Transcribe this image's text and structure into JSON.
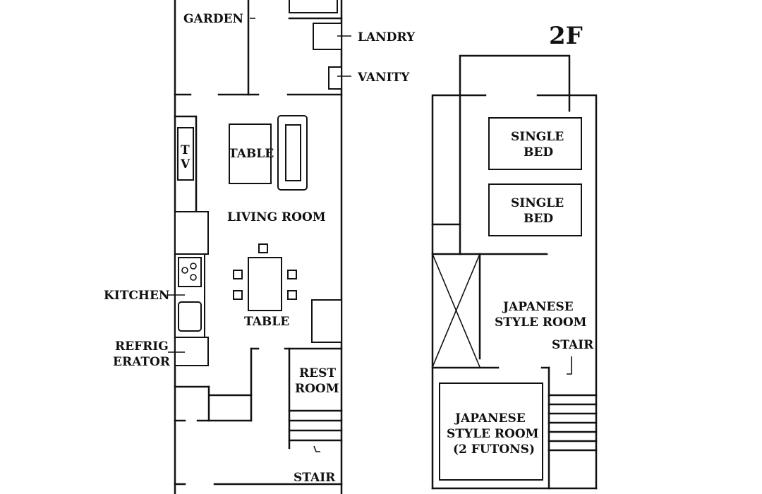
{
  "floor_label": "2F",
  "first_floor": {
    "garden": "GARDEN",
    "laundry": "LANDRY",
    "vanity": "VANITY",
    "tv_top": "T",
    "tv_bottom": "V",
    "living_table": "TABLE",
    "living_room": "LIVING ROOM",
    "kitchen": "KITCHEN",
    "dining_table": "TABLE",
    "refrigerator_line1": "REFRIG",
    "refrigerator_line2": "ERATOR",
    "restroom_line1": "REST",
    "restroom_line2": "ROOM",
    "stair": "STAIR"
  },
  "second_floor": {
    "single_bed_1_line1": "SINGLE",
    "single_bed_1_line2": "BED",
    "single_bed_2_line1": "SINGLE",
    "single_bed_2_line2": "BED",
    "japanese_room_line1": "JAPANESE",
    "japanese_room_line2": "STYLE ROOM",
    "stair": "STAIR",
    "futon_room_line1": "JAPANESE",
    "futon_room_line2": "STYLE ROOM",
    "futon_room_line3": "(2 FUTONS)"
  }
}
